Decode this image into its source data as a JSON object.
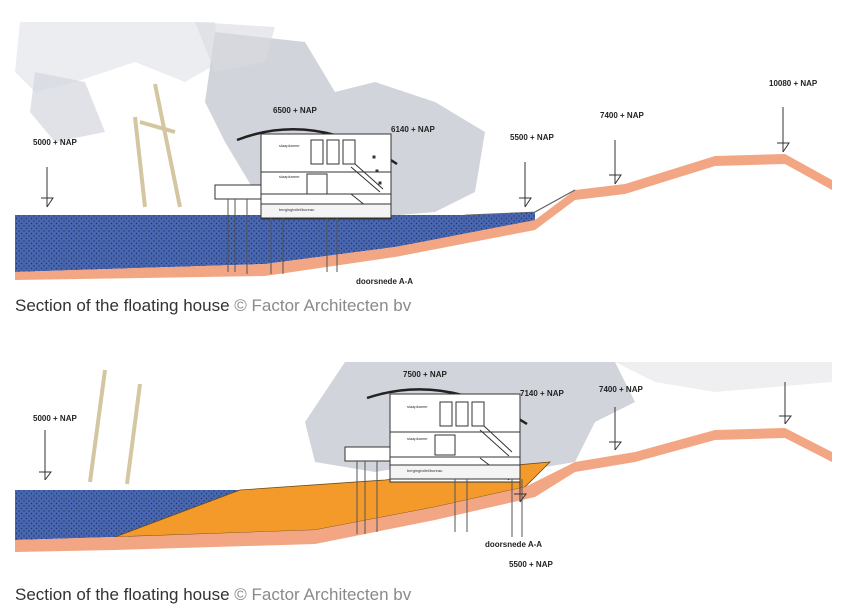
{
  "figures": [
    {
      "levels": {
        "left": "5000 + NAP",
        "roof": "6500 + NAP",
        "deck": "6140 + NAP",
        "slope": "5500 + NAP",
        "mid": "7400 + NAP",
        "top": "10080 + NAP"
      },
      "section_label": "doorsnede A-A",
      "rooms": [
        "slaapkamer",
        "slaapkamer",
        "bergingtoilet/bureau"
      ],
      "caption": {
        "title": "Section of the floating house",
        "credit": "© Factor Architecten bv"
      }
    },
    {
      "levels": {
        "left": "5000 + NAP",
        "roof": "7500 + NAP",
        "deck": "7140 + NAP",
        "mid": "7400 + NAP",
        "bottom": "5500 + NAP"
      },
      "section_label": "doorsnede A-A",
      "rooms": [
        "slaapkamer",
        "slaapkamer",
        "bergingtoilet/bureau"
      ],
      "caption": {
        "title": "Section of the floating house",
        "credit": "© Factor Architecten bv"
      }
    }
  ],
  "colors": {
    "water": "#3f5ea8",
    "ground": "#f2a683",
    "fill": "#f39a2a",
    "sky_wash": "#c9ccd4"
  }
}
